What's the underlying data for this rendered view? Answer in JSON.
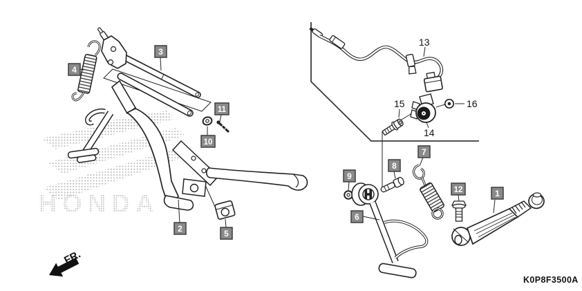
{
  "diagram": {
    "part_code": "K0P8F3500A",
    "fr_label": "FR.",
    "watermark": "HONDA"
  },
  "callouts": {
    "c1": "1",
    "c2": "2",
    "c3": "3",
    "c4": "4",
    "c5": "5",
    "c6": "6",
    "c7": "7",
    "c8": "8",
    "c9": "9",
    "c10": "10",
    "c11": "11",
    "c12": "12",
    "c13": "13",
    "c14": "14",
    "c15": "15",
    "c16": "16"
  },
  "colors": {
    "background": "#ffffff",
    "line": "#1a1a1a",
    "callout_box_fill": "#8a8a8a",
    "callout_box_border": "#3d3d3d",
    "callout_text": "#ffffff",
    "watermark_dot": "#a8a8a8",
    "divider_line": "#3a3a3a"
  }
}
